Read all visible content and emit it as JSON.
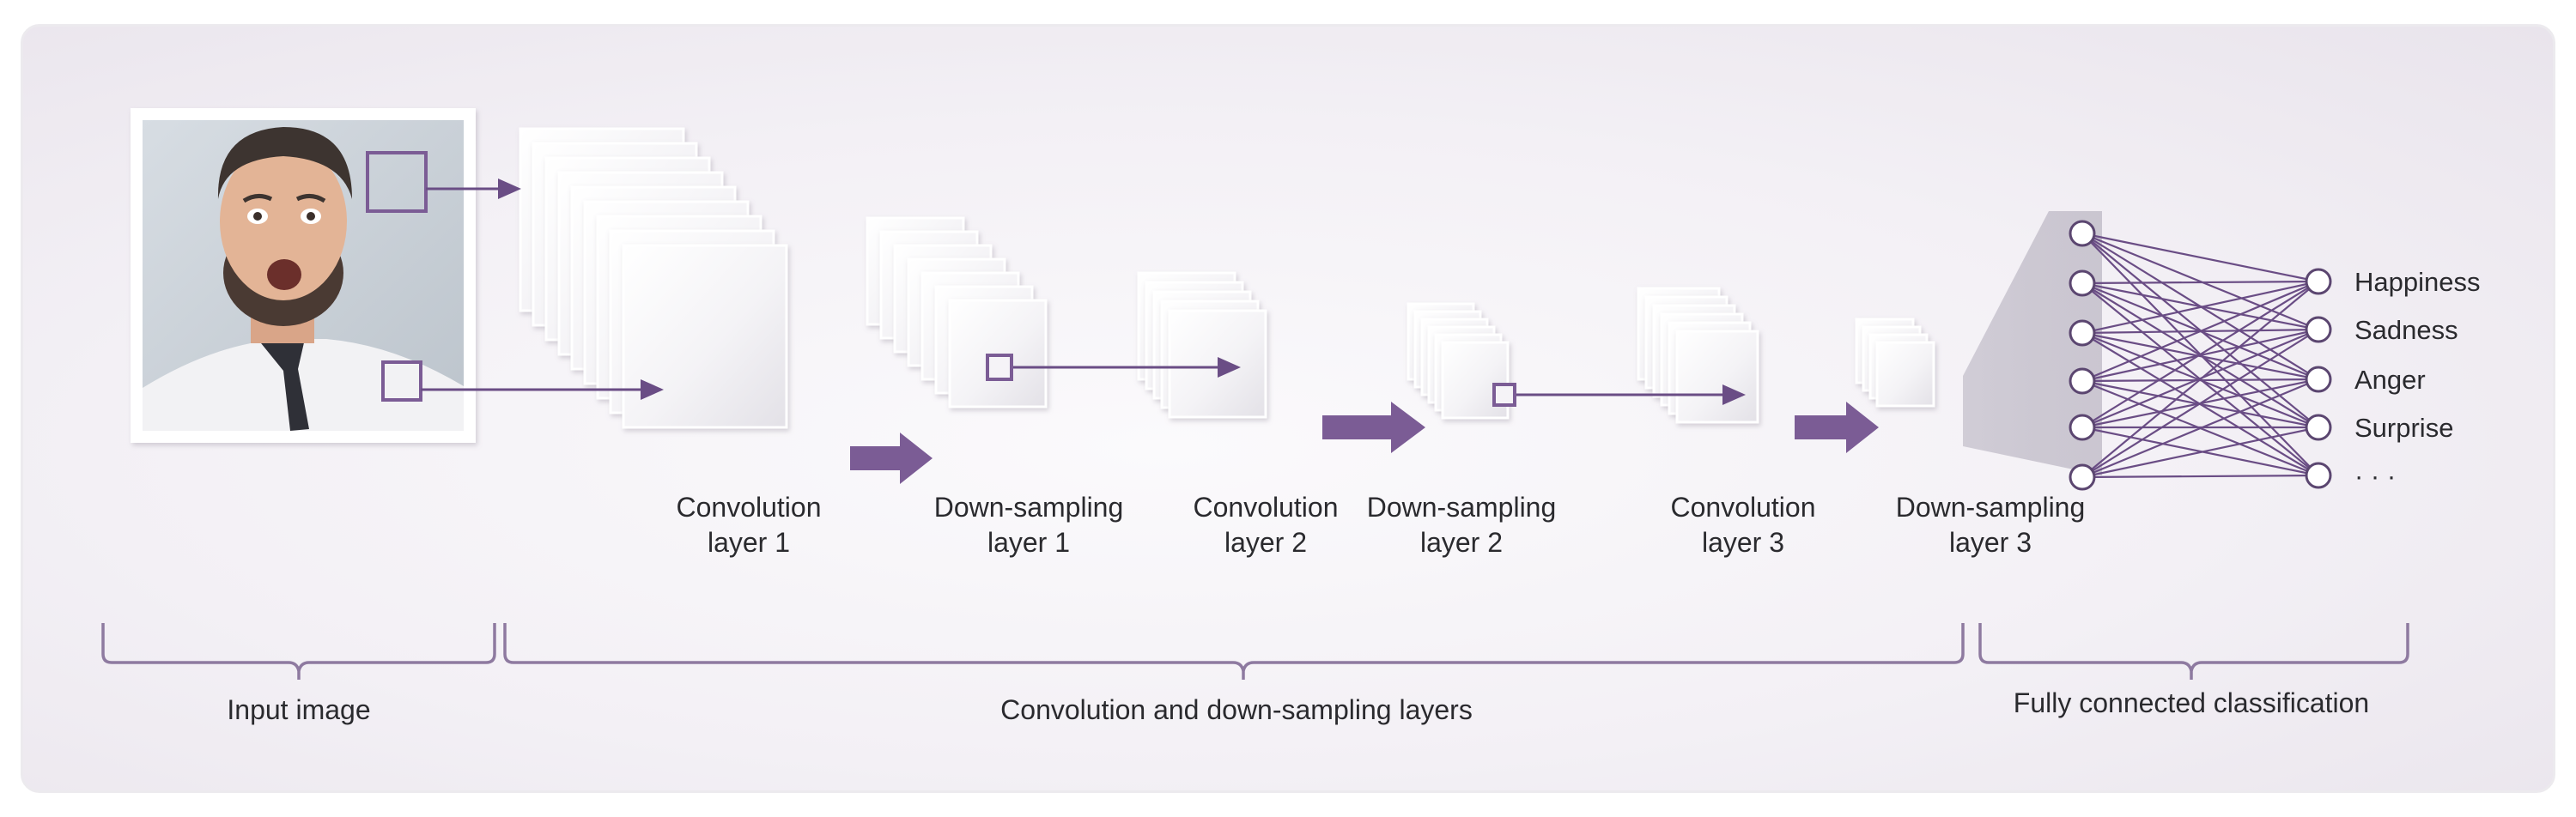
{
  "layer_labels": [
    {
      "line1": "Convolution",
      "line2": "layer 1"
    },
    {
      "line1": "Down-sampling",
      "line2": "layer 1"
    },
    {
      "line1": "Convolution",
      "line2": "layer 2"
    },
    {
      "line1": "Down-sampling",
      "line2": "layer 2"
    },
    {
      "line1": "Convolution",
      "line2": "layer 3"
    },
    {
      "line1": "Down-sampling",
      "line2": "layer 3"
    }
  ],
  "output_classes": [
    "Happiness",
    "Sadness",
    "Anger",
    "Surprise",
    "· · ·"
  ],
  "section_labels": {
    "input": "Input image",
    "conv": "Convolution and down-sampling layers",
    "fc": "Fully connected classification"
  },
  "colors": {
    "accent": "#7b5c95",
    "line": "#6a4d85",
    "bracket": "#8e7aa0",
    "card": "#ffffff",
    "text": "#2a2a2e"
  }
}
